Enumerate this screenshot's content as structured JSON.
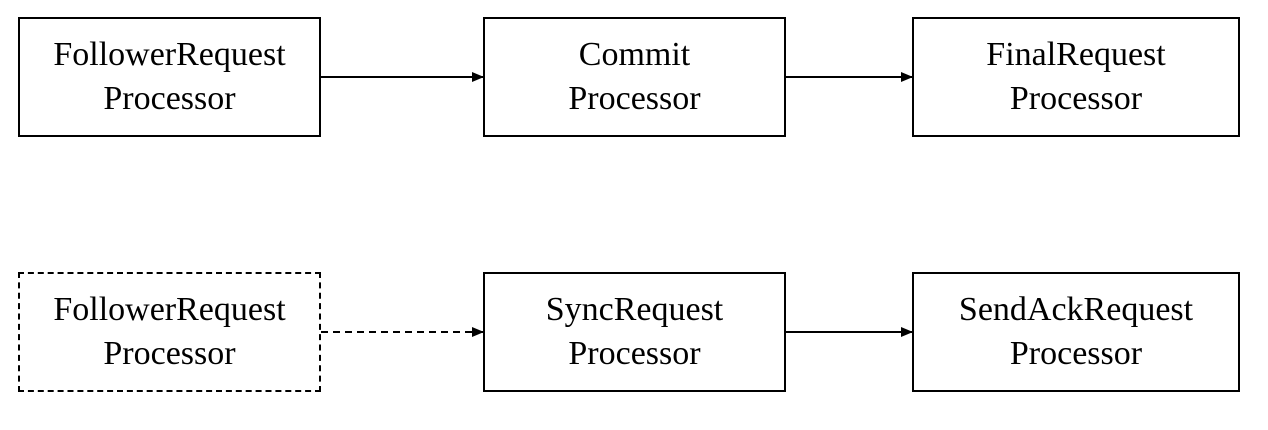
{
  "diagram": {
    "top_row": [
      {
        "line1": "FollowerRequest",
        "line2": "Processor",
        "border": "solid"
      },
      {
        "line1": "Commit",
        "line2": "Processor",
        "border": "solid"
      },
      {
        "line1": "FinalRequest",
        "line2": "Processor",
        "border": "solid"
      }
    ],
    "bottom_row": [
      {
        "line1": "FollowerRequest",
        "line2": "Processor",
        "border": "dashed"
      },
      {
        "line1": "SyncRequest",
        "line2": "Processor",
        "border": "solid"
      },
      {
        "line1": "SendAckRequest",
        "line2": "Processor",
        "border": "solid"
      }
    ],
    "edges": [
      {
        "from": "top_row.0",
        "to": "top_row.1",
        "style": "solid"
      },
      {
        "from": "top_row.1",
        "to": "top_row.2",
        "style": "solid"
      },
      {
        "from": "bottom_row.0",
        "to": "bottom_row.1",
        "style": "dashed"
      },
      {
        "from": "bottom_row.1",
        "to": "bottom_row.2",
        "style": "solid"
      }
    ],
    "colors": {
      "stroke": "#000000",
      "background": "#ffffff"
    }
  }
}
